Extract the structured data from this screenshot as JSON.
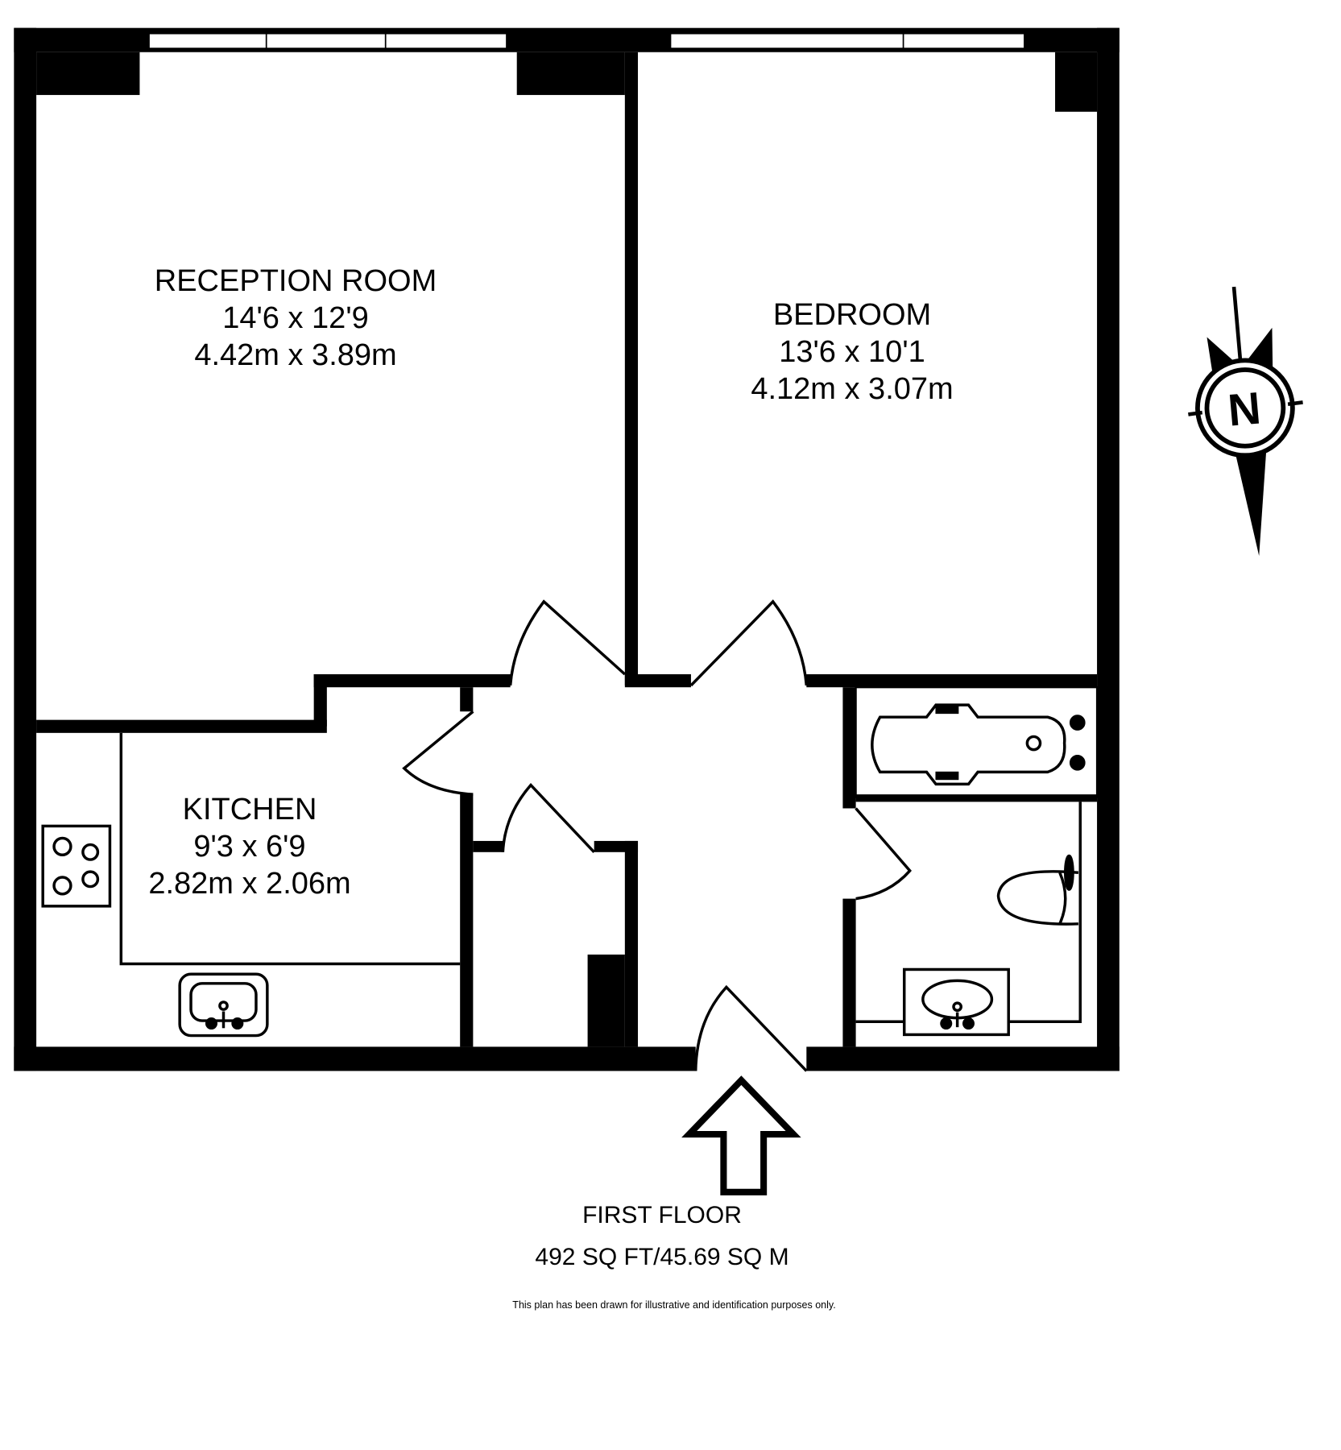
{
  "floor_plan": {
    "floor_title": "FIRST FLOOR",
    "total_area": "492 SQ FT/45.69 SQ M",
    "disclaimer": "This plan has been drawn for illustrative and identification purposes only.",
    "compass": {
      "icon": "north-arrow-icon",
      "label": "N"
    },
    "entrance": {
      "icon": "entrance-arrow-icon"
    },
    "rooms": [
      {
        "name": "RECEPTION ROOM",
        "imperial": "14'6 x 12'9",
        "metric": "4.42m x 3.89m"
      },
      {
        "name": "BEDROOM",
        "imperial": "13'6 x 10'1",
        "metric": "4.12m x 3.07m"
      },
      {
        "name": "KITCHEN",
        "imperial": "9'3 x 6'9",
        "metric": "2.82m x 2.06m"
      }
    ],
    "colors": {
      "wall": "#000000",
      "background": "#ffffff"
    }
  }
}
